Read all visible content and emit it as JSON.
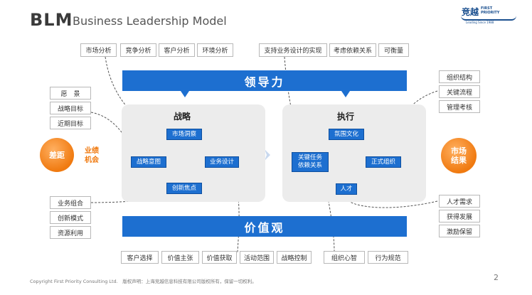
{
  "header": {
    "title_main": "BLM",
    "title_sub": "Business Leadership Model",
    "logo_cn": "竞越",
    "logo_en_line1": "FIRST",
    "logo_en_line2": "PRIORITY",
    "logo_tagline": "Leading Since 1988"
  },
  "top_tags_left": [
    "市场分析",
    "竞争分析",
    "客户分析",
    "环境分析"
  ],
  "top_tags_right": [
    "支持业务设计的实现",
    "考虑依赖关系",
    "可衡量"
  ],
  "bars": {
    "leadership": "领导力",
    "values": "价值观"
  },
  "left_tags": [
    "愿　景",
    "战略目标",
    "近期目标"
  ],
  "left_bottom_tags": [
    "业务组合",
    "创新模式",
    "资源利用"
  ],
  "right_tags": [
    "组织结构",
    "关键流程",
    "管理考核"
  ],
  "right_bottom_tags": [
    "人才需求",
    "获得发展",
    "激励保留"
  ],
  "bottom_tags_left": [
    "客户选择",
    "价值主张",
    "价值获取",
    "活动范围",
    "战略控制"
  ],
  "bottom_tags_right": [
    "组织心智",
    "行为规范"
  ],
  "strategy": {
    "title": "战略",
    "nodes": {
      "top": "市场洞察",
      "left": "战略意图",
      "right": "业务设计",
      "bottom": "创新焦点"
    }
  },
  "execution": {
    "title": "执行",
    "nodes": {
      "top": "氛围文化",
      "left": "关键任务\n依赖关系",
      "right": "正式组织",
      "bottom": "人才"
    }
  },
  "gap": {
    "circle": "差距",
    "label": "业绩\n机会"
  },
  "result": {
    "circle": "市场\n结果"
  },
  "footer": "Copyright First Priority Consulting Ltd.　版权声明：上海竞越信息科技有限公司版权所有，保留一切权利。",
  "page_number": "2",
  "colors": {
    "blue": "#1d6fd0",
    "orange": "#f07a10",
    "panel": "#ececec"
  }
}
